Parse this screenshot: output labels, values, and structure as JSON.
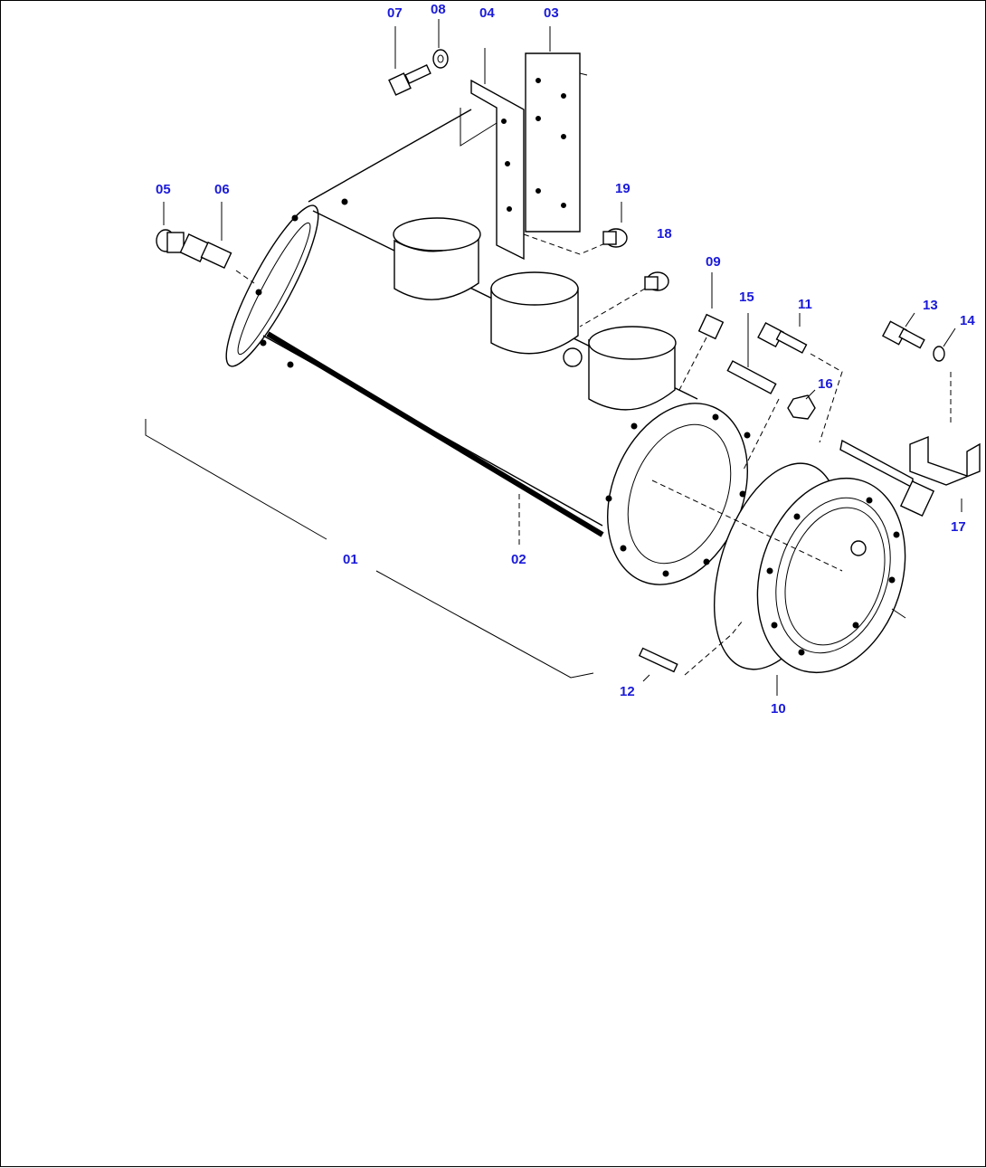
{
  "diagram": {
    "callouts": [
      {
        "id": "c01",
        "text": "01"
      },
      {
        "id": "c02",
        "text": "02"
      },
      {
        "id": "c03",
        "text": "03"
      },
      {
        "id": "c04",
        "text": "04"
      },
      {
        "id": "c05",
        "text": "05"
      },
      {
        "id": "c06",
        "text": "06"
      },
      {
        "id": "c07",
        "text": "07"
      },
      {
        "id": "c08",
        "text": "08"
      },
      {
        "id": "c09",
        "text": "09"
      },
      {
        "id": "c10",
        "text": "10"
      },
      {
        "id": "c11",
        "text": "11"
      },
      {
        "id": "c12",
        "text": "12"
      },
      {
        "id": "c13",
        "text": "13"
      },
      {
        "id": "c14",
        "text": "14"
      },
      {
        "id": "c15",
        "text": "15"
      },
      {
        "id": "c16",
        "text": "16"
      },
      {
        "id": "c17",
        "text": "17"
      },
      {
        "id": "c18",
        "text": "18"
      },
      {
        "id": "c19",
        "text": "19"
      }
    ],
    "colors": {
      "callout": "#1a1adb",
      "line": "#000000",
      "background": "#ffffff"
    }
  }
}
